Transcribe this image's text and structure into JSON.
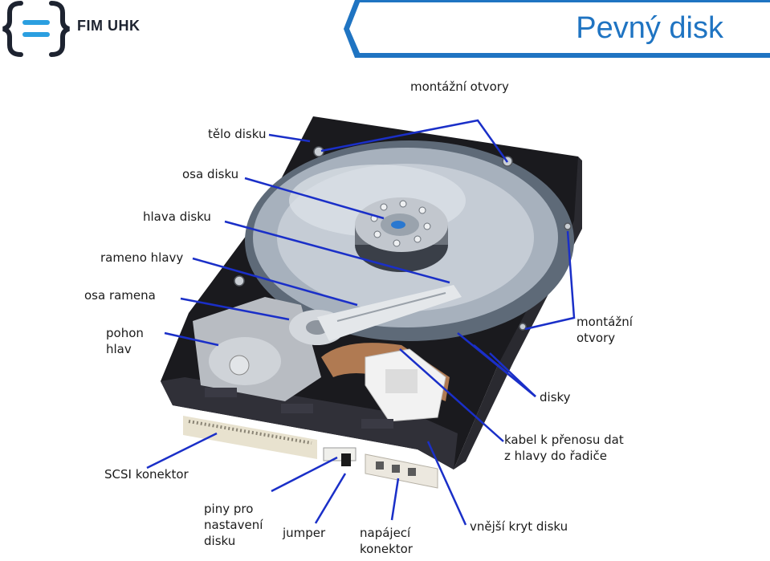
{
  "header": {
    "logo_text": "FIM UHK",
    "title": "Pevný disk"
  },
  "colors": {
    "brand_blue": "#1f74c2",
    "logo_accent": "#2b9fe0",
    "logo_dark": "#1d2330",
    "leader_line": "#1a2fc8"
  },
  "labels": {
    "montazni_otvory_top": "montážní otvory",
    "telo_disku": "tělo disku",
    "osa_disku": "osa disku",
    "hlava_disku": "hlava disku",
    "rameno_hlavy": "rameno hlavy",
    "osa_ramena": "osa ramena",
    "pohon_hlav": "pohon\nhlav",
    "montazni_otvory_right": "montážní\notvory",
    "disky": "disky",
    "kabel": "kabel k přenosu dat\nz hlavy do řadiče",
    "scsi_konektor": "SCSI konektor",
    "piny": "piny pro\nnastavení\ndisku",
    "jumper": "jumper",
    "napajeci_konektor": "napájecí\nkonektor",
    "vnejsi_kryt": "vnější kryt disku"
  }
}
